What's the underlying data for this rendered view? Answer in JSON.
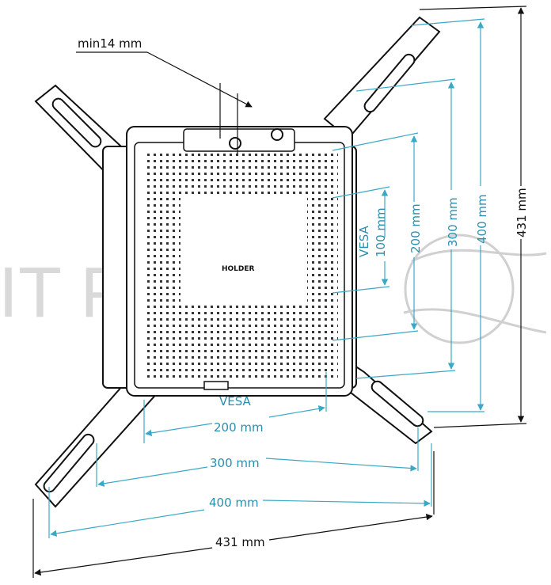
{
  "watermark": {
    "text": "IT Partner"
  },
  "logo": {
    "text": "HOLDER"
  },
  "labels": {
    "min14": "min14 mm",
    "vesa_h": "VESA",
    "h200": "200 mm",
    "h300": "300 mm",
    "h400": "400 mm",
    "h431": "431 mm",
    "vesa_v": "VESA",
    "v100": "100 mm",
    "v200": "200 mm",
    "v300": "300 mm",
    "v400": "400 mm",
    "v431": "431 mm"
  },
  "colors": {
    "dimension_blue": "#3aa9c6",
    "outline_black": "#111111",
    "watermark_grey": "#d9d9d9"
  }
}
